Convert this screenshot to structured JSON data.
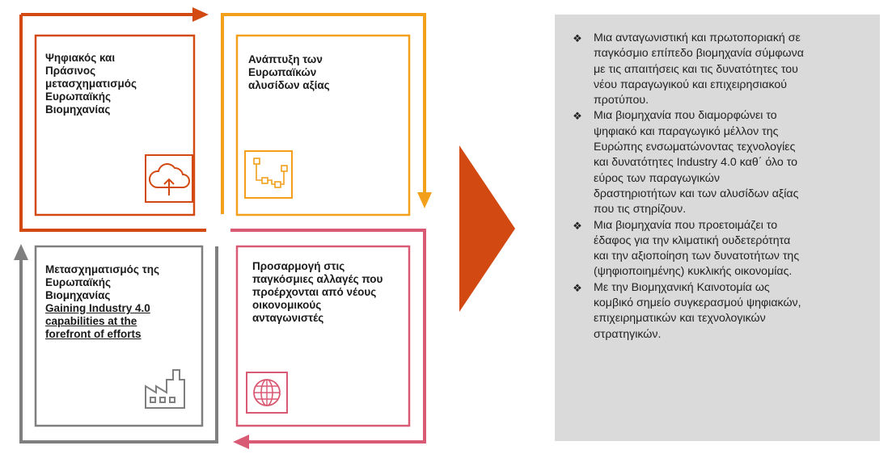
{
  "cards": {
    "top_left": {
      "lines": [
        "Ψηφιακός και",
        "Πράσινος",
        "μετασχηματισμός",
        "Ευρωπαϊκής",
        "Βιομηχανίας"
      ],
      "color": "#d24a12"
    },
    "top_right": {
      "lines": [
        "Ανάπτυξη των",
        "Ευρωπαϊκών",
        "αλυσίδων αξίας"
      ],
      "color": "#f2a01c"
    },
    "bottom_left": {
      "lines": [
        "Μετασχηματισμός της",
        "Ευρωπαϊκής",
        "Βιομηχανίας"
      ],
      "underlined_lines": [
        "Gaining Industry 4.0",
        "capabilities at the",
        "forefront of efforts"
      ],
      "color": "#7f7f7f"
    },
    "bottom_right": {
      "lines": [
        "Προσαρμογή στις",
        "παγκόσμιες αλλαγές που",
        "προέρχονται από νέους",
        "οικονομικούς",
        "ανταγωνιστές"
      ],
      "color": "#d95a74"
    }
  },
  "icons": {
    "top_left": "cloud-upload-icon",
    "top_right": "value-chain-flow-icon",
    "bottom_left": "factory-icon",
    "bottom_right": "globe-icon"
  },
  "big_arrow_color": "#d24a12",
  "panel": {
    "bullet_symbol": "❖",
    "items": [
      [
        "Μια ανταγωνιστική και πρωτοποριακή σε",
        "παγκόσμιο επίπεδο βιομηχανία σύμφωνα",
        "με τις απαιτήσεις και τις δυνατότητες του",
        "νέου παραγωγικού και επιχειρησιακού",
        "προτύπου."
      ],
      [
        "Μια βιομηχανία που διαμορφώνει το",
        "ψηφιακό και παραγωγικό μέλλον της",
        "Ευρώπης ενσωματώνοντας τεχνολογίες",
        "και δυνατότητες Industry 4.0 καθ΄ όλο το",
        "εύρος των παραγωγικών",
        "δραστηριοτήτων και των αλυσίδων αξίας",
        "που τις στηρίζουν."
      ],
      [
        "Μια βιομηχανία που προετοιμάζει το",
        "έδαφος για την κλιματική ουδετερότητα",
        "και την αξιοποίηση των δυνατοτήτων της",
        "(ψηφιοποιημένης) κυκλικής οικονομίας."
      ],
      [
        "Με την Βιομηχανική Καινοτομία ως",
        "κομβικό σημείο συγκερασμού ψηφιακών,",
        "επιχειρηματικών και τεχνολογικών",
        "στρατηγικών."
      ]
    ]
  }
}
